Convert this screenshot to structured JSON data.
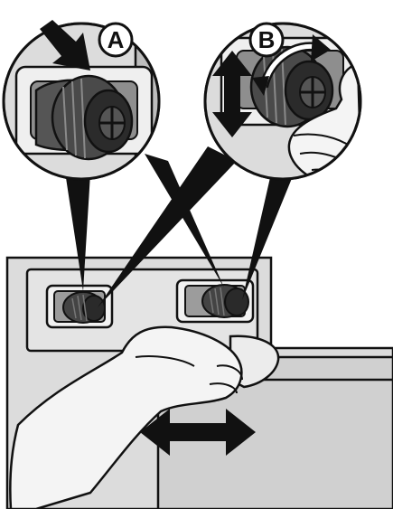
{
  "callouts": [
    {
      "label": "A",
      "action": "press"
    },
    {
      "label": "B",
      "action": "rotate-and-slide"
    }
  ],
  "icons": [
    "arrow-press-icon",
    "arrow-vertical-double-icon",
    "arrow-rotate-icon",
    "arrow-horizontal-double-icon"
  ],
  "colors": {
    "outline": "#111111",
    "panel": "#d9d9d9",
    "panel_light": "#ececec",
    "shadow": "#555555",
    "hand": "#f4f4f4",
    "background": "#ffffff"
  }
}
